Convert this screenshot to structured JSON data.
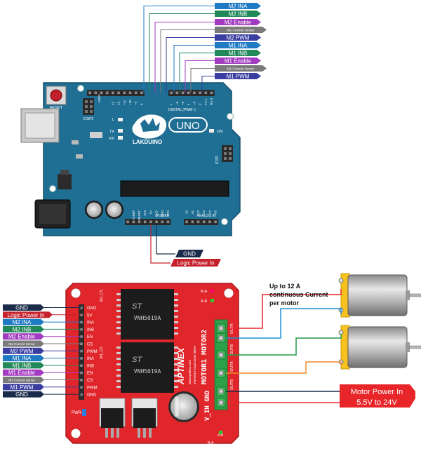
{
  "arduino": {
    "brand": "LAKDUINO",
    "model": "UNO",
    "reset_label": "RESET",
    "icsp2_label": "ICSP2",
    "icsp_label": "ICSP",
    "aref_label": "AREF",
    "digital_label": "DIGITAL (PWM~)",
    "power_label": "POWER",
    "analog_label": "ANALOG IN",
    "on_label": "ON",
    "tx_label": "TX",
    "rx_label": "RX",
    "l_label": "L",
    "digital_pins": [
      "13",
      "12",
      "~11",
      "~10",
      "~9",
      "8",
      "7",
      "~6",
      "~5",
      "4",
      "~3",
      "2",
      "TX 1",
      "RX 0"
    ],
    "power_pins": [
      "IOREF",
      "RESET",
      "3V3",
      "5V",
      "GND",
      "GND",
      "VIN"
    ],
    "analog_pins": [
      "A0",
      "A1",
      "A2",
      "A3",
      "A4",
      "A5"
    ]
  },
  "top_labels": [
    {
      "text": "M2 INA",
      "color": "#1f7ac4"
    },
    {
      "text": "M2 INB",
      "color": "#21885a"
    },
    {
      "text": "M2 Enable",
      "color": "#a23bc1"
    },
    {
      "text": "M2 Current Sense",
      "color": "#7a7a7a"
    },
    {
      "text": "M2 PWM",
      "color": "#3a3ea0"
    },
    {
      "text": "M1 INA",
      "color": "#1f7ac4"
    },
    {
      "text": "M1 INB",
      "color": "#21885a"
    },
    {
      "text": "M1 Enable",
      "color": "#a23bc1"
    },
    {
      "text": "M1 Current Sense",
      "color": "#7a7a7a"
    },
    {
      "text": "M1 PWM",
      "color": "#3a3ea0"
    }
  ],
  "mid_labels": [
    {
      "text": "GND",
      "color": "#1b2b4a"
    },
    {
      "text": "Logic Power In",
      "color": "#c5202b"
    }
  ],
  "driver": {
    "chip_label": "VNH5019A",
    "chip_label2": "VNH5019A",
    "m2_cs_label": "M2_CS",
    "m1_cs_label": "M1_CS",
    "brand": "APTINEX",
    "brand_sub": "www.aptinex.com",
    "desc": "VNH5019 Dual motor driver",
    "motor_labels": "MOTOR1 MOTOR2",
    "vin_label": "V_IN GND",
    "pwr_label": "PWR",
    "ba_label": "B-A",
    "ab_label": "A-B",
    "ba_label2": "B-A",
    "ab_label2": "A-B",
    "header_pins": [
      "GND",
      "5V",
      "INA",
      "INB",
      "EN",
      "CS",
      "PWM",
      "INA",
      "INB",
      "EN",
      "CS",
      "PWM",
      "GND"
    ],
    "out_labels": [
      "OUTA",
      "OUTB",
      "OUTA",
      "OUTB"
    ]
  },
  "left_labels": [
    {
      "text": "GND",
      "color": "#1b2b4a"
    },
    {
      "text": "Logic Power In",
      "color": "#c5202b"
    },
    {
      "text": "M2 INA",
      "color": "#1f7ac4"
    },
    {
      "text": "M2 INB",
      "color": "#21885a"
    },
    {
      "text": "M2 Enable",
      "color": "#a23bc1"
    },
    {
      "text": "M2 Current Sense",
      "color": "#7a7a7a"
    },
    {
      "text": "M2 PWM",
      "color": "#3a3ea0"
    },
    {
      "text": "M1 INA",
      "color": "#1f7ac4"
    },
    {
      "text": "M1 INB",
      "color": "#21885a"
    },
    {
      "text": "M1 Enable",
      "color": "#a23bc1"
    },
    {
      "text": "M1 Current Sense",
      "color": "#7a7a7a"
    },
    {
      "text": "M1 PWM",
      "color": "#3a3ea0"
    },
    {
      "text": "GND",
      "color": "#1b2b4a"
    }
  ],
  "annotation": [
    "Up to 12 A",
    "continuous Current",
    "per motor"
  ],
  "motor_power": {
    "line1": "Motor Power In",
    "line2": "5.5V to 24V",
    "color": "#e8262a"
  },
  "colors": {
    "board_blue": "#1f6f95",
    "board_red": "#e0262b",
    "header_black": "#2a2a2a",
    "chip_black": "#1c1c1c",
    "motor_yellow": "#f7c21e",
    "terminal_green": "#2ea04a"
  }
}
